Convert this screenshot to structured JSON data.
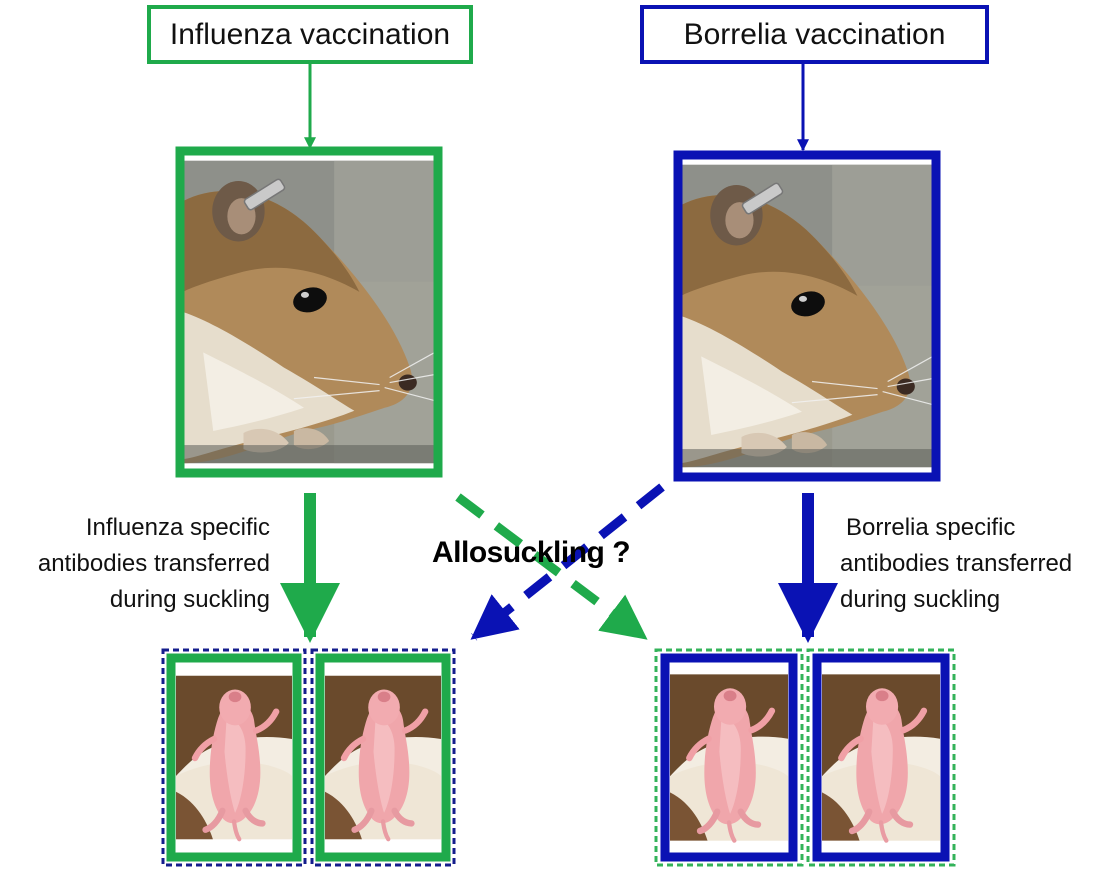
{
  "labels": {
    "influenza_vaccination": "Influenza vaccination",
    "borrelia_vaccination": "Borrelia vaccination",
    "influenza_caption": [
      "Influenza specific",
      "antibodies transferred",
      "during suckling"
    ],
    "borrelia_caption": [
      "Borrelia specific",
      "antibodies transferred",
      "during suckling"
    ],
    "allosuckling": "Allosuckling ?"
  },
  "colors": {
    "green": "#1faa4b",
    "blue": "#0a12b4",
    "dashed_blue": "#141e8c",
    "dashed_green": "#33b35a"
  },
  "icons": {
    "adult": "gerbil-photo",
    "pup": "newborn-pup-photo"
  }
}
